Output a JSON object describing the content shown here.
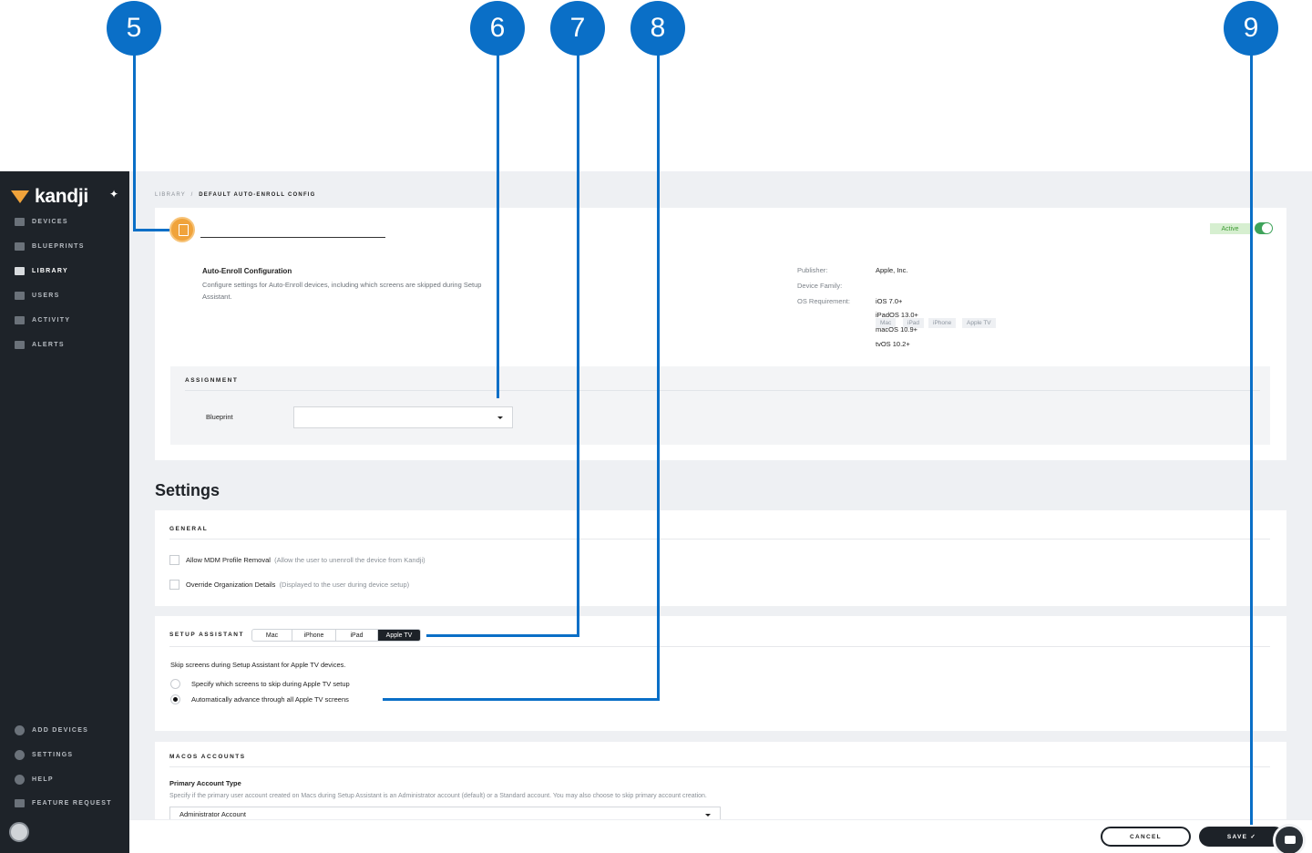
{
  "callouts": [
    "5",
    "6",
    "7",
    "8",
    "9"
  ],
  "sidebar": {
    "logo": "kandji",
    "items": [
      {
        "label": "DEVICES",
        "icon": "monitor-icon"
      },
      {
        "label": "BLUEPRINTS",
        "icon": "blueprints-icon"
      },
      {
        "label": "LIBRARY",
        "icon": "folder-icon",
        "active": true
      },
      {
        "label": "USERS",
        "icon": "users-icon"
      },
      {
        "label": "ACTIVITY",
        "icon": "activity-icon"
      },
      {
        "label": "ALERTS",
        "icon": "bell-icon"
      }
    ],
    "bottom_items": [
      {
        "label": "ADD DEVICES",
        "icon": "plus-circle-icon"
      },
      {
        "label": "SETTINGS",
        "icon": "gear-icon"
      },
      {
        "label": "HELP",
        "icon": "help-icon"
      },
      {
        "label": "FEATURE REQUEST",
        "icon": "chat-bubble-icon"
      }
    ]
  },
  "breadcrumb": {
    "root": "LIBRARY",
    "separator": "/",
    "current": "DEFAULT AUTO-ENROLL CONFIG"
  },
  "header": {
    "status": "Active"
  },
  "description": {
    "title": "Auto-Enroll Configuration",
    "text": "Configure settings for Auto-Enroll devices, including which screens are skipped during Setup Assistant."
  },
  "meta": {
    "publisher_label": "Publisher:",
    "publisher": "Apple, Inc.",
    "family_label": "Device Family:",
    "families": [
      "Mac",
      "iPad",
      "iPhone",
      "Apple TV"
    ],
    "os_label": "OS Requirement:",
    "os": [
      "iOS 7.0+",
      "iPadOS 13.0+",
      "macOS 10.9+",
      "tvOS 10.2+"
    ]
  },
  "assignment": {
    "title": "ASSIGNMENT",
    "blueprint_label": "Blueprint",
    "blueprint_value": ""
  },
  "settings_heading": "Settings",
  "general": {
    "title": "GENERAL",
    "options": [
      {
        "label": "Allow MDM Profile Removal",
        "hint": "(Allow the user to unenroll the device from Kandji)",
        "checked": false
      },
      {
        "label": "Override Organization Details",
        "hint": "(Displayed to the user during device setup)",
        "checked": false
      }
    ]
  },
  "setup": {
    "title": "SETUP ASSISTANT",
    "tabs": [
      "Mac",
      "iPhone",
      "iPad",
      "Apple TV"
    ],
    "selected_tab": "Apple TV",
    "description": "Skip screens during Setup Assistant for Apple TV devices.",
    "options": [
      {
        "label": "Specify which screens to skip during Apple TV setup",
        "selected": false
      },
      {
        "label": "Automatically advance through all Apple TV screens",
        "selected": true
      }
    ]
  },
  "accounts": {
    "title": "MACOS ACCOUNTS",
    "field_label": "Primary Account Type",
    "field_help": "Specify if the primary user account created on Macs during Setup Assistant is an Administrator account (default) or a Standard account. You may also choose to skip primary account creation.",
    "value": "Administrator Account"
  },
  "footer": {
    "cancel": "CANCEL",
    "save": "SAVE ✓"
  },
  "colors": {
    "callout": "#0a6fc7",
    "sidebar": "#1e2329",
    "accent": "#f0a33b",
    "active_green": "#3ea35a"
  }
}
